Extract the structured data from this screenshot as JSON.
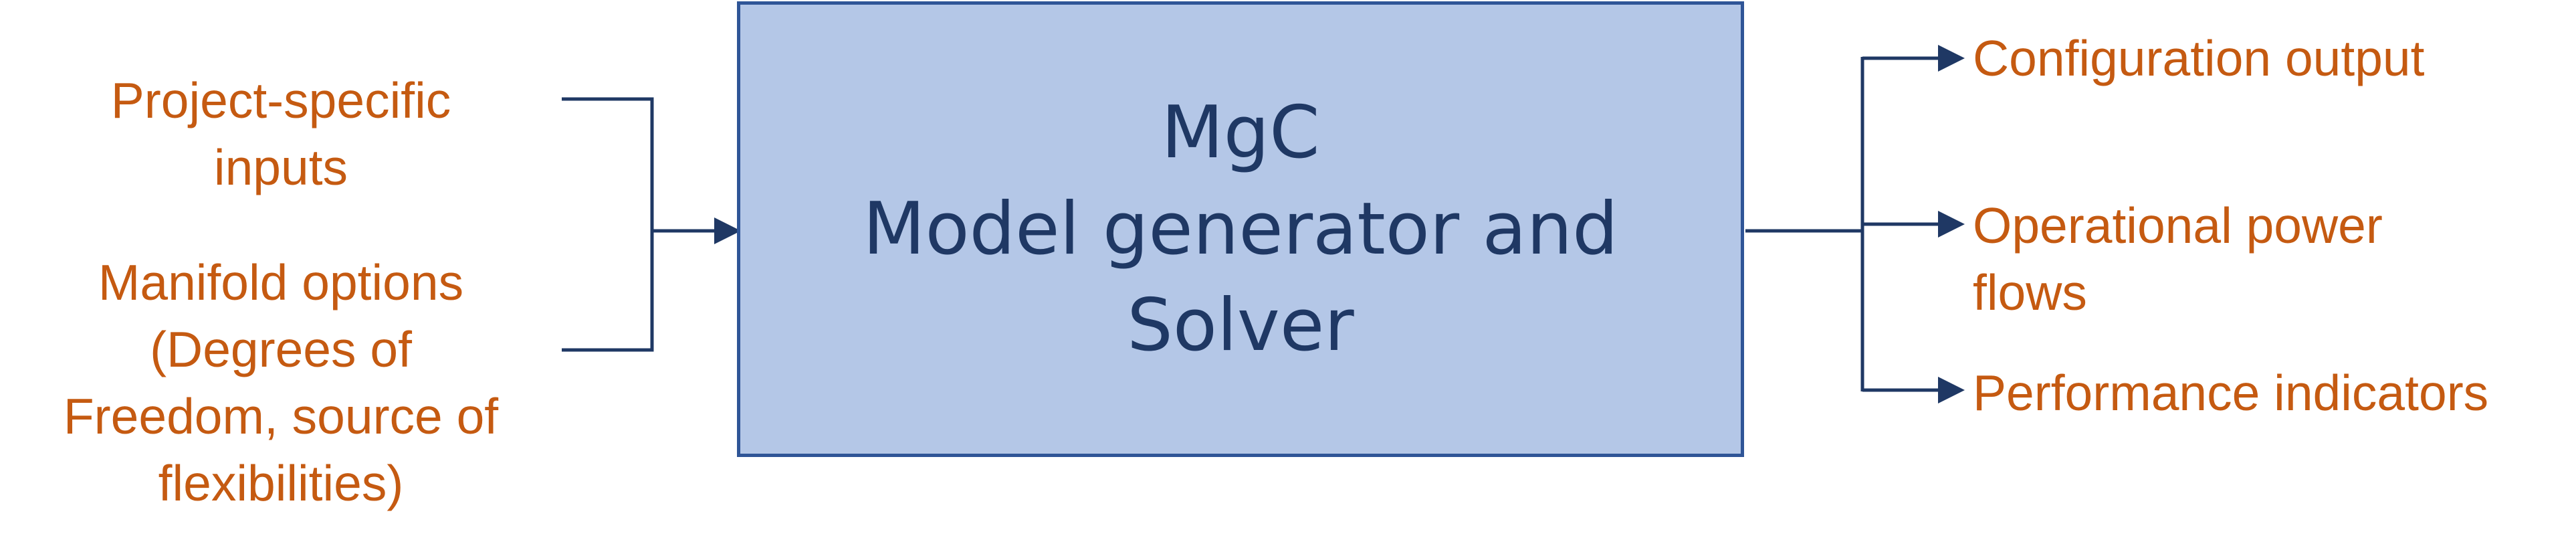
{
  "colors": {
    "label_text": "#C55A11",
    "box_fill": "#B4C7E7",
    "box_border": "#2F5597",
    "box_text": "#1F3864",
    "connector": "#1F3864"
  },
  "box": {
    "lines": [
      "MgC",
      "Model generator and",
      "Solver"
    ]
  },
  "inputs": [
    {
      "lines": [
        "Project-specific",
        "inputs"
      ]
    },
    {
      "lines": [
        "Manifold options",
        "(Degrees of",
        "Freedom, source of",
        "flexibilities)"
      ]
    }
  ],
  "outputs": [
    {
      "lines": [
        "Configuration output"
      ]
    },
    {
      "lines": [
        "Operational power",
        "flows"
      ]
    },
    {
      "lines": [
        "Performance indicators"
      ]
    }
  ]
}
